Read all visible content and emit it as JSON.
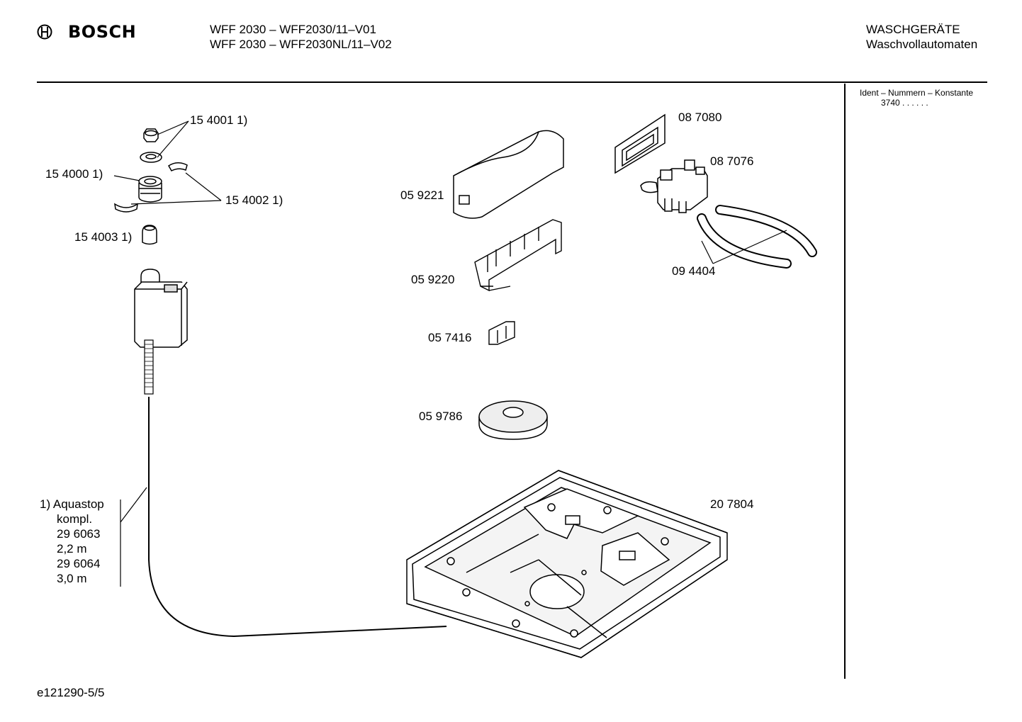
{
  "header": {
    "brand": "BOSCH",
    "model_lines": [
      "WFF 2030 – WFF2030/11–V01",
      "WFF 2030 – WFF2030NL/11–V02"
    ],
    "category_lines": [
      "WASCHGERÄTE",
      "Waschvollautomaten"
    ]
  },
  "ident": {
    "label": "Ident – Nummern – Konstante",
    "value": "3740   . .    . . . ."
  },
  "parts": {
    "p154001": "15 4001 1)",
    "p154000": "15 4000 1)",
    "p154002": "15 4002 1)",
    "p154003": "15 4003 1)",
    "p059221": "05 9221",
    "p059220": "05 9220",
    "p057416": "05 7416",
    "p059786": "05 9786",
    "p087080": "08 7080",
    "p087076": "08 7076",
    "p094404": "09 4404",
    "p207804": "20 7804"
  },
  "aquastop_note": {
    "lines": [
      "1)  Aquastop",
      "kompl.",
      "29 6063",
      "2,2 m",
      "29 6064",
      "3,0 m"
    ]
  },
  "footer": {
    "code": "e121290-5/5"
  }
}
